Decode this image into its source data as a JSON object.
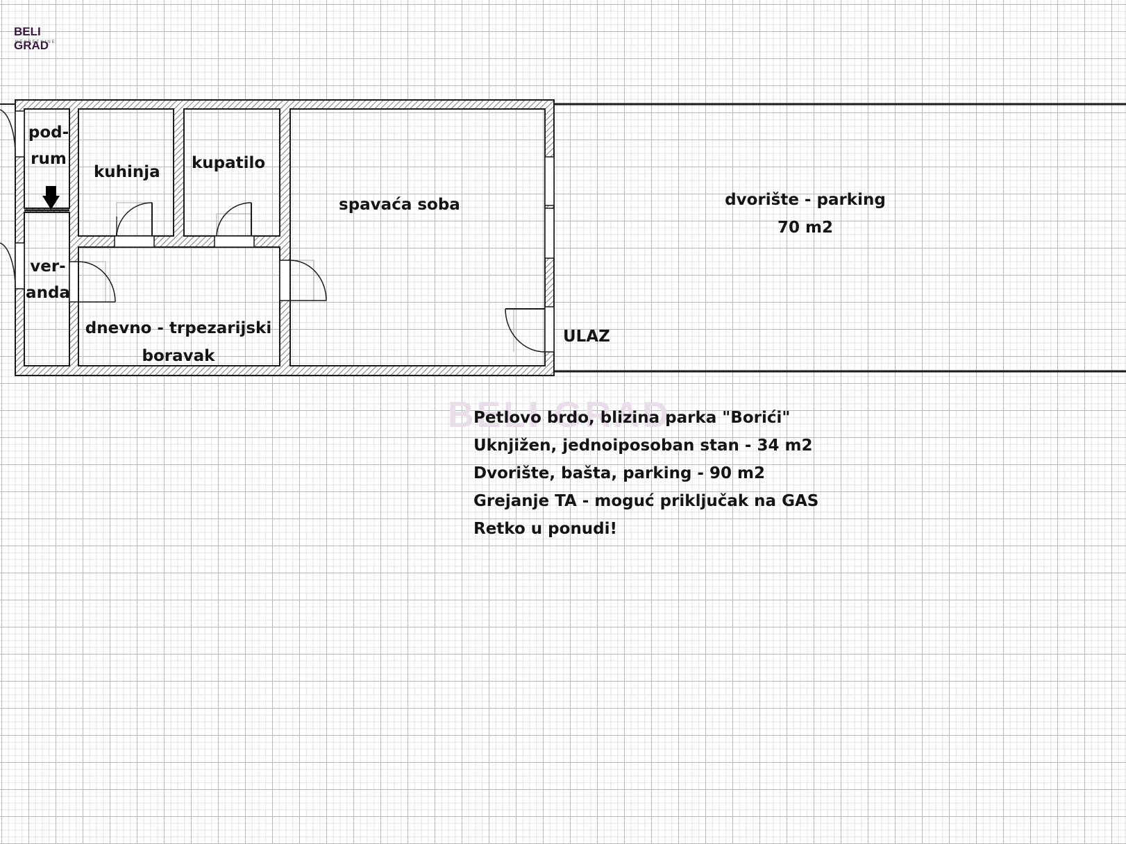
{
  "logo": {
    "name": "BELI GRAD",
    "tagline": "NEKRETNINE"
  },
  "watermark": {
    "text": "BELI GRAD"
  },
  "rooms": {
    "podrum": [
      "pod-",
      "rum"
    ],
    "kuhinja": "kuhinja",
    "kupatilo": "kupatilo",
    "spavaca_soba": "spavaća soba",
    "veranda": [
      "ver-",
      "anda"
    ],
    "dnevni": [
      "dnevno - trpezarijski",
      "boravak"
    ],
    "dvoriste": [
      "dvorište - parking",
      "70 m2"
    ],
    "ulaz": "ULAZ"
  },
  "info_lines": [
    "Petlovo brdo, blizina parka \"Borići\"",
    "Uknjižen, jednoiposoban stan - 34 m2",
    "Dvorište, bašta, parking - 90 m2",
    "Grejanje TA - moguć priključak na GAS",
    "Retko u ponudi!"
  ],
  "colors": {
    "wall": "#1a1a1a",
    "hatch": "#8a8a8a",
    "text": "#141414",
    "logo": "#3a1440"
  }
}
